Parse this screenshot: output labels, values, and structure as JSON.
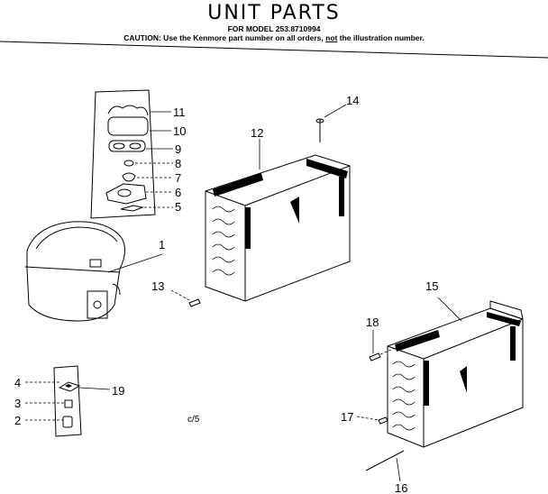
{
  "header": {
    "title": "UNIT PARTS",
    "model_prefix": "FOR MODEL",
    "model_number": "253.8710994",
    "caution_start": "CAUTION: Use the Kenmore part number on all orders,",
    "caution_not": "not",
    "caution_end": "the illustration number."
  },
  "callouts": [
    "1",
    "2",
    "3",
    "4",
    "5",
    "6",
    "7",
    "8",
    "9",
    "10",
    "11",
    "12",
    "13",
    "14",
    "15",
    "16",
    "17",
    "18",
    "19"
  ],
  "footer_code": "c/5"
}
